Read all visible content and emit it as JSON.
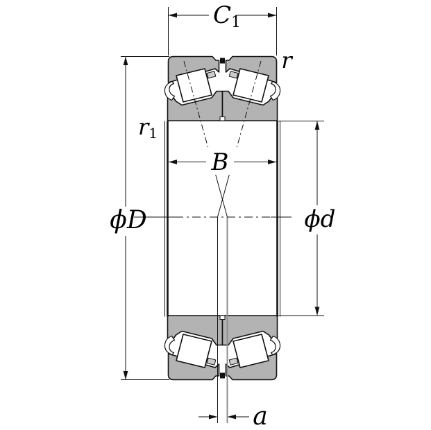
{
  "title": "Double-row tapered roller bearing cross-section dimension drawing",
  "dimensions": {
    "outer_ring_width": {
      "base": "C",
      "sub": "1"
    },
    "outer_chamfer": "r",
    "inner_chamfer": {
      "base": "r",
      "sub": "1"
    },
    "inner_ring_width": "B",
    "outside_diameter": "ϕD",
    "bore_diameter": "ϕd",
    "load_center_offset": "a"
  },
  "colors": {
    "background": "#ffffff",
    "ring_fill": "#b3b3b3",
    "cage_fill": "#cccccc",
    "line": "#111111",
    "contact_line_gray": "#8f8f8f"
  }
}
